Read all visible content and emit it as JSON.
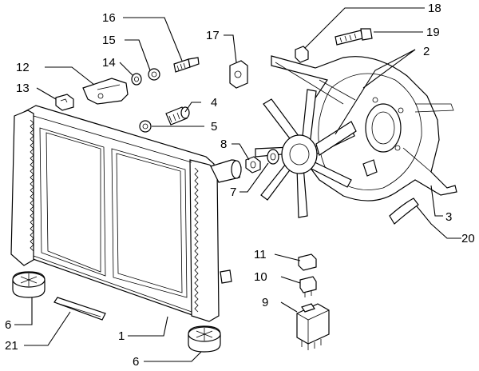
{
  "callouts": {
    "c1": "1",
    "c2": "2",
    "c3": "3",
    "c4": "4",
    "c5": "5",
    "c6a": "6",
    "c6b": "6",
    "c7": "7",
    "c8": "8",
    "c9": "9",
    "c10": "10",
    "c11": "11",
    "c12": "12",
    "c13": "13",
    "c14": "14",
    "c15": "15",
    "c16": "16",
    "c17": "17",
    "c18": "18",
    "c19": "19",
    "c20": "20",
    "c21": "21"
  }
}
